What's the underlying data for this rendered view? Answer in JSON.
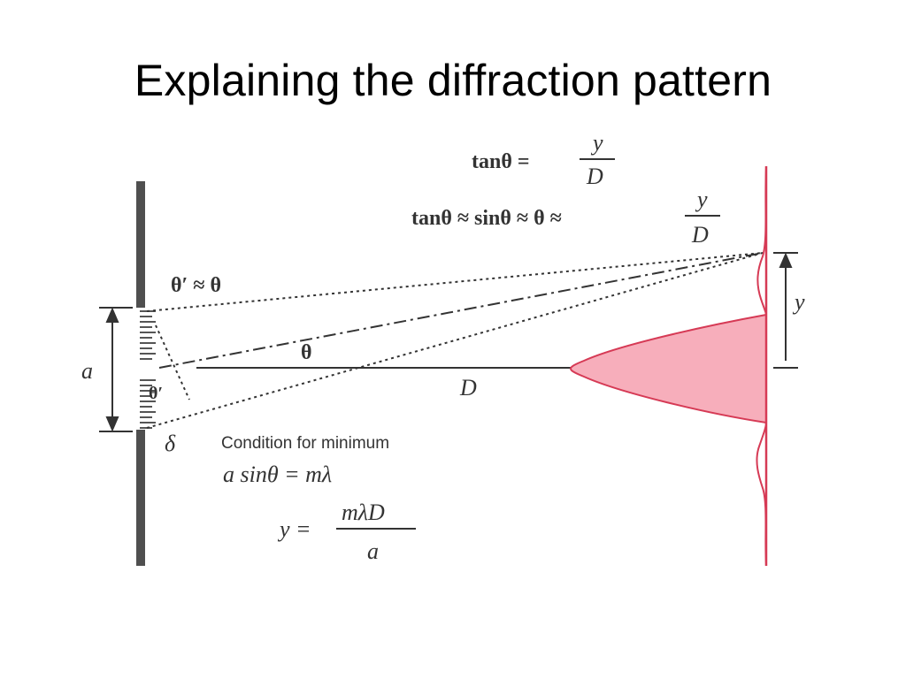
{
  "slide": {
    "title": "Explaining the diffraction pattern"
  },
  "equations": {
    "tan_lhs": "tanθ =",
    "tan_num": "y",
    "tan_den": "D",
    "approx_lhs": "tanθ ≈ sinθ ≈ θ ≈",
    "approx_num": "y",
    "approx_den": "D",
    "theta_prime": "θ′ ≈ θ",
    "condition_label": "Condition for minimum",
    "condition_eq": "a sinθ = mλ",
    "y_lhs": "y =",
    "y_num": "mλD",
    "y_den": "a"
  },
  "labels": {
    "slit_width": "a",
    "angle": "θ",
    "angle_prime": "θ′",
    "distance": "D",
    "path_difference": "δ",
    "height": "y"
  },
  "colors": {
    "screen": "#d63a55",
    "fill": "#f7aebb",
    "lines": "#333333",
    "barrier": "#555555"
  }
}
